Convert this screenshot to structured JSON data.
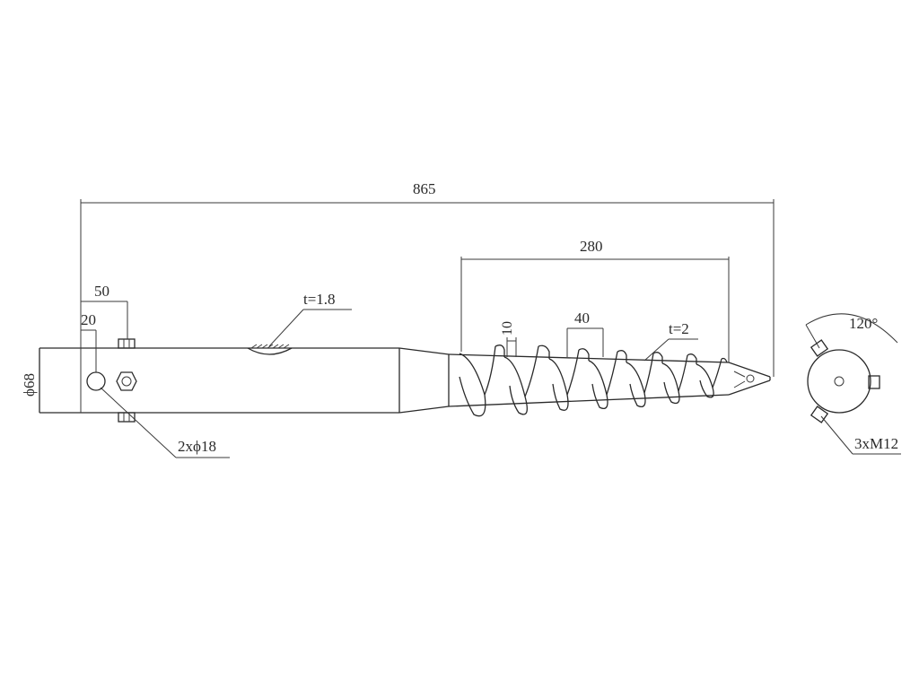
{
  "drawing": {
    "dimensions": {
      "overall_length": "865",
      "helix_length": "280",
      "bolt_offset": "50",
      "hole_offset": "20",
      "pitch": "40",
      "flight_width": "10",
      "diameter": "ϕ68"
    },
    "callouts": {
      "tube_thickness": "t=1.8",
      "helix_thickness": "t=2",
      "holes": "2xϕ18",
      "bolts": "3xM12",
      "bolt_angle": "120°"
    },
    "line_color": "#2a2a2a"
  }
}
